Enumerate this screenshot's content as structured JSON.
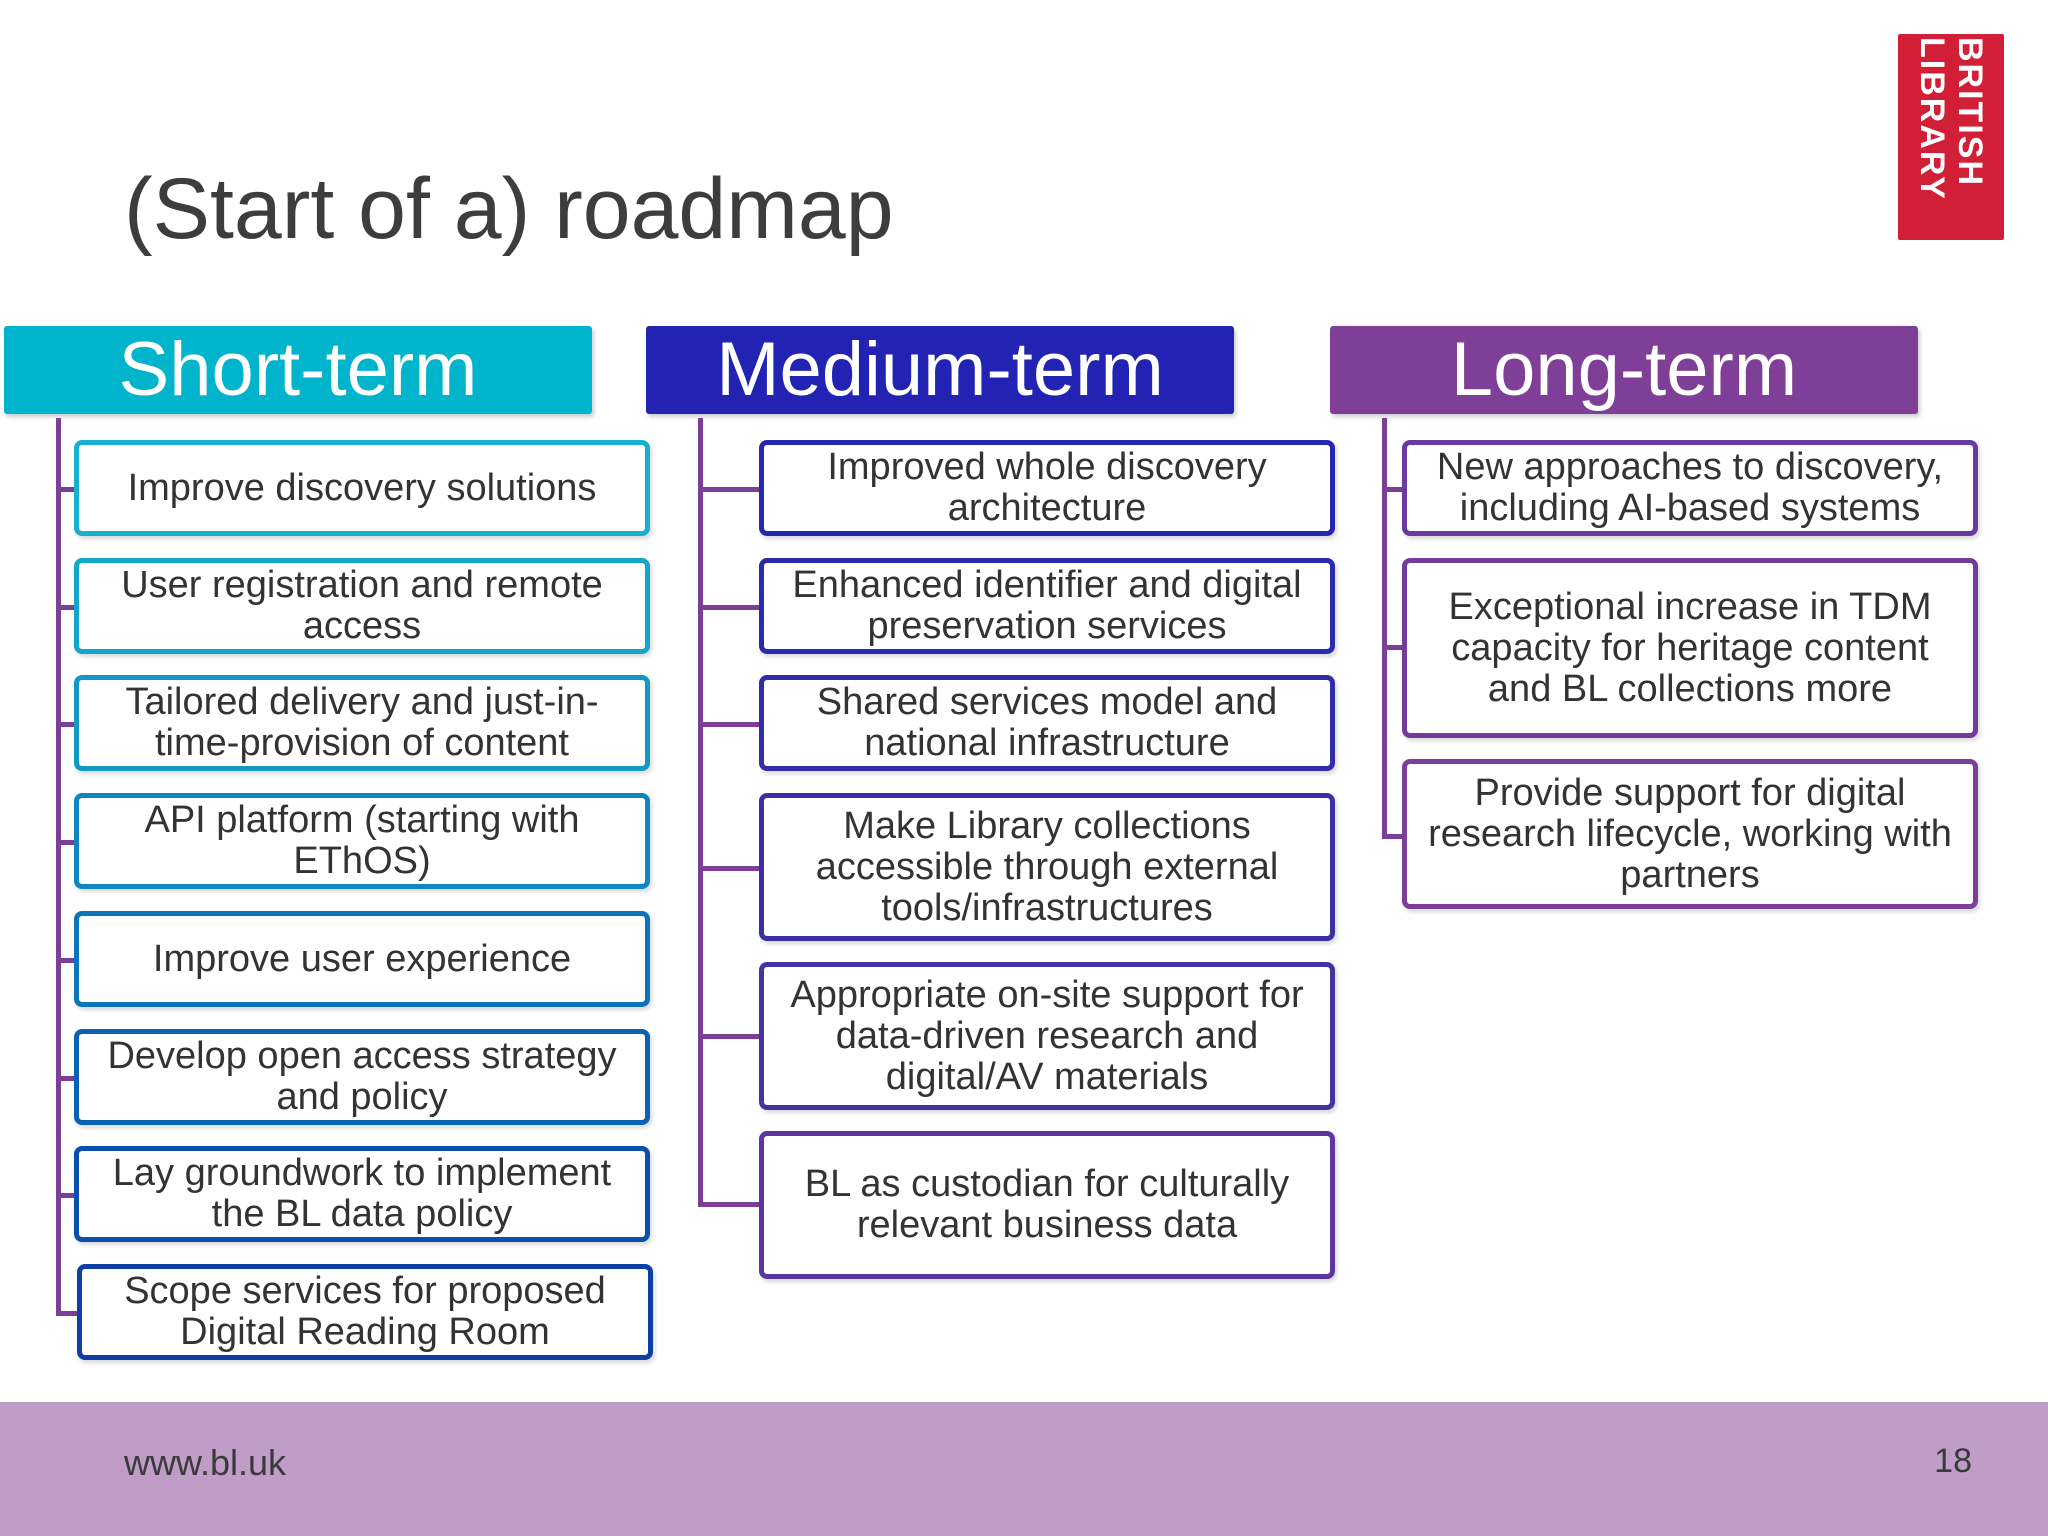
{
  "slide": {
    "title": "(Start of a) roadmap",
    "logo": {
      "line1": "BRITISH",
      "line2": "LIBRARY",
      "color": "#d01f36"
    },
    "footer": {
      "url": "www.bl.uk",
      "page_number": "18",
      "color": "#c09dc6"
    }
  },
  "columns": [
    {
      "header": "Short-term",
      "header_color": "#00b4cc",
      "items": [
        "Improve discovery solutions",
        "User registration and remote access",
        "Tailored delivery and just-in-time-provision of content",
        "API platform (starting with EThOS)",
        "Improve user experience",
        "Develop open access strategy and policy",
        "Lay groundwork to implement the BL data policy",
        "Scope services for proposed Digital Reading Room"
      ]
    },
    {
      "header": "Medium-term",
      "header_color": "#2323b3",
      "items": [
        "Improved whole discovery architecture",
        "Enhanced identifier and digital preservation services",
        "Shared services model and national infrastructure",
        "Make Library collections accessible through external tools/infrastructures",
        "Appropriate on-site support for data-driven research and digital/AV materials",
        "BL as custodian for culturally relevant business data"
      ]
    },
    {
      "header": "Long-term",
      "header_color": "#7f3f98",
      "items": [
        "New approaches to discovery, including AI-based systems",
        "Exceptional increase in TDM capacity for heritage content and BL collections more",
        "Provide support for digital research lifecycle, working with partners"
      ]
    }
  ],
  "colors": {
    "connector": "#7b3f99"
  }
}
